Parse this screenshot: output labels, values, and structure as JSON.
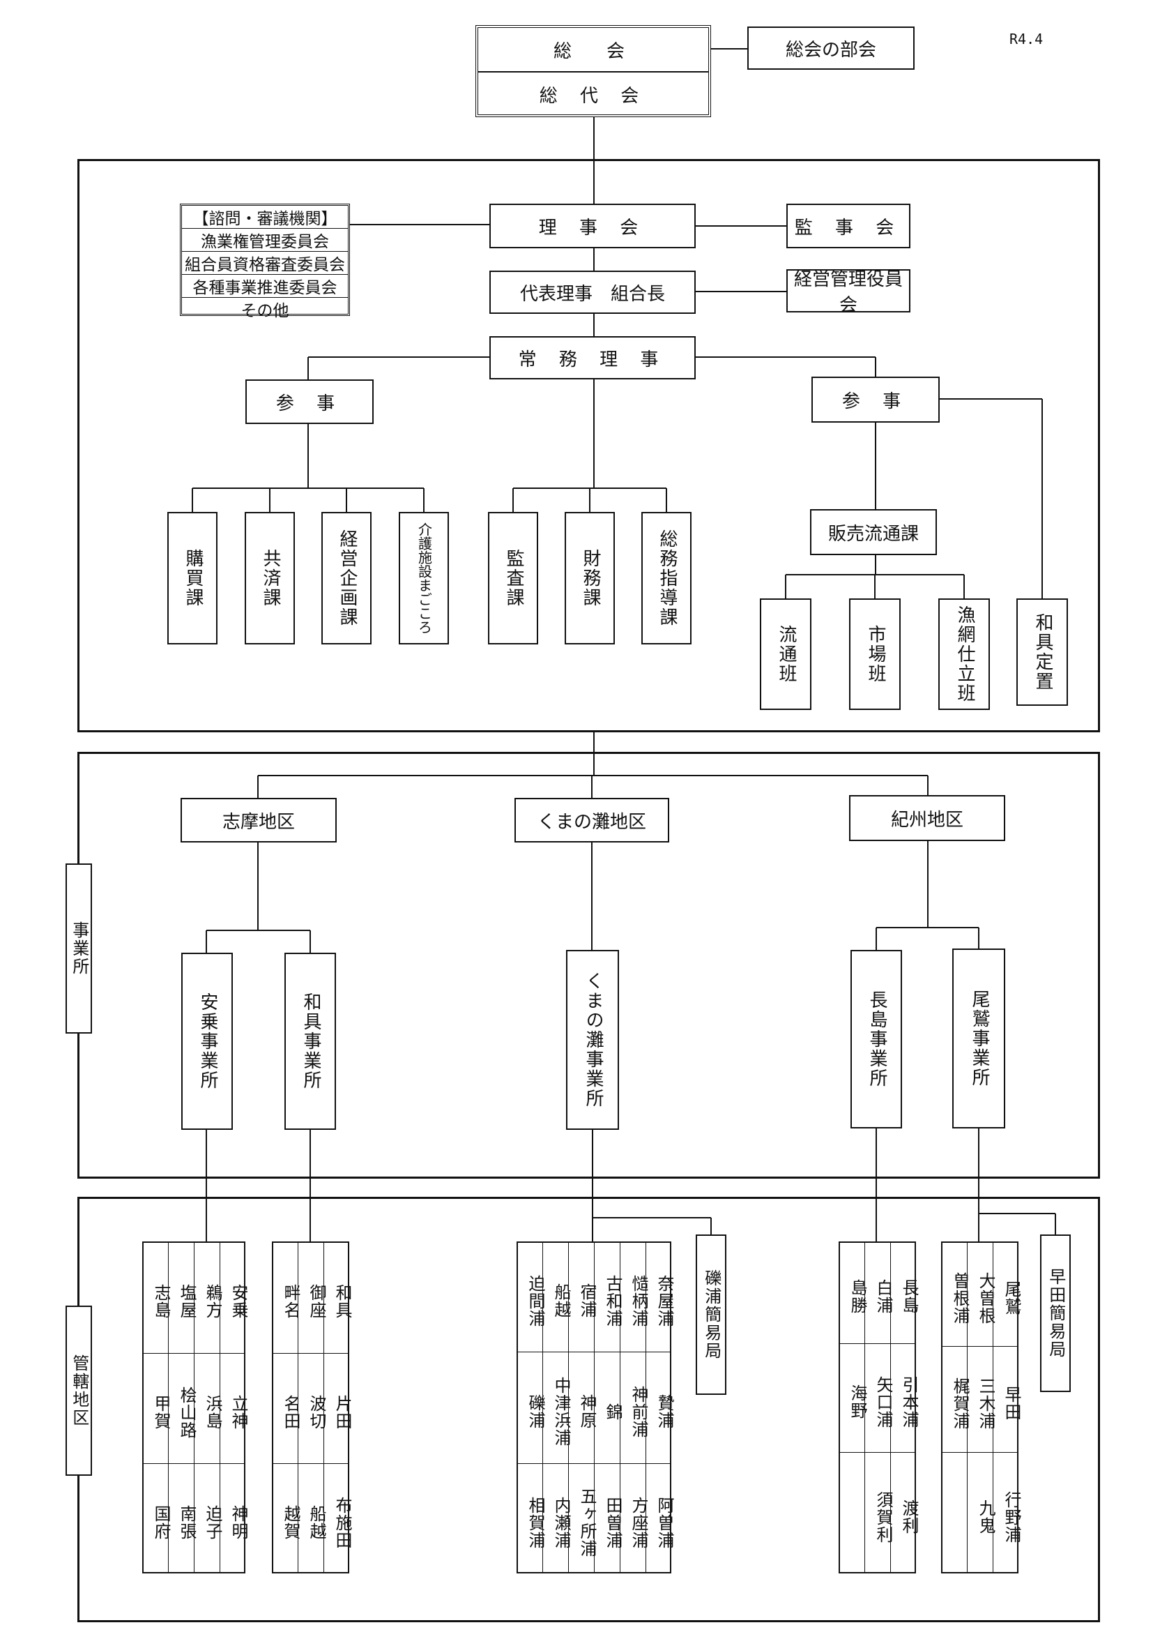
{
  "version": "R4.4",
  "top": {
    "general_meeting": "総　会",
    "delegates_meeting": "総 代 会",
    "section": "総会の部会"
  },
  "advisory": {
    "header": "【諮問・審議機関】",
    "items": [
      "漁業権管理委員会",
      "組合員資格審査委員会",
      "各種事業推進委員会",
      "その他"
    ]
  },
  "board": {
    "directors": "理 事 会",
    "auditors": "監 事 会",
    "president": "代表理事　組合長",
    "mgmt_committee": "経営管理役員会",
    "executive": "常 務 理 事",
    "counselor_left": "参 事",
    "counselor_right": "参 事"
  },
  "departments": {
    "left": [
      "購買課",
      "共済課",
      "経営企画課",
      "介護施設まごころ"
    ],
    "center": [
      "監査課",
      "財務課",
      "総務指導課"
    ],
    "sales": "販売流通課",
    "sales_units": [
      "流通班",
      "市場班",
      "漁網仕立班"
    ],
    "wagu": "和具定置"
  },
  "side_labels": {
    "offices": "事業所",
    "areas": "管轄地区"
  },
  "regions": [
    "志摩地区",
    "くまの灘地区",
    "紀州地区"
  ],
  "offices": [
    "安乗事業所",
    "和具事業所",
    "くまの灘事業所",
    "長島事業所",
    "尾鷲事業所"
  ],
  "post_offices": [
    "礫浦簡易局",
    "早田簡易局"
  ],
  "areas": {
    "anori": [
      "安乗",
      "鵜方",
      "塩屋",
      "志島",
      "立神",
      "浜島",
      "桧山路",
      "甲賀",
      "神明",
      "迫子",
      "南張",
      "国府"
    ],
    "wagu": [
      "和具",
      "御座",
      "畔名",
      "片田",
      "波切",
      "名田",
      "布施田",
      "船越",
      "越賀"
    ],
    "kumano": [
      "奈屋浦",
      "慥柄浦",
      "古和浦",
      "宿浦",
      "船越",
      "迫間浦",
      "贄浦",
      "神前浦",
      "錦",
      "神原",
      "中津浜浦",
      "礫浦",
      "阿曽浦",
      "方座浦",
      "田曽浦",
      "五ヶ所浦",
      "内瀬浦",
      "相賀浦"
    ],
    "nagashima": [
      "長島",
      "白浦",
      "島勝",
      "引本浦",
      "矢口浦",
      "海野",
      "渡利",
      "須賀利"
    ],
    "owase": [
      "尾鷲",
      "大曽根",
      "曽根浦",
      "早田",
      "三木浦",
      "梶賀浦",
      "行野浦",
      "九鬼"
    ]
  },
  "colors": {
    "line": "#111111",
    "background": "#ffffff"
  }
}
